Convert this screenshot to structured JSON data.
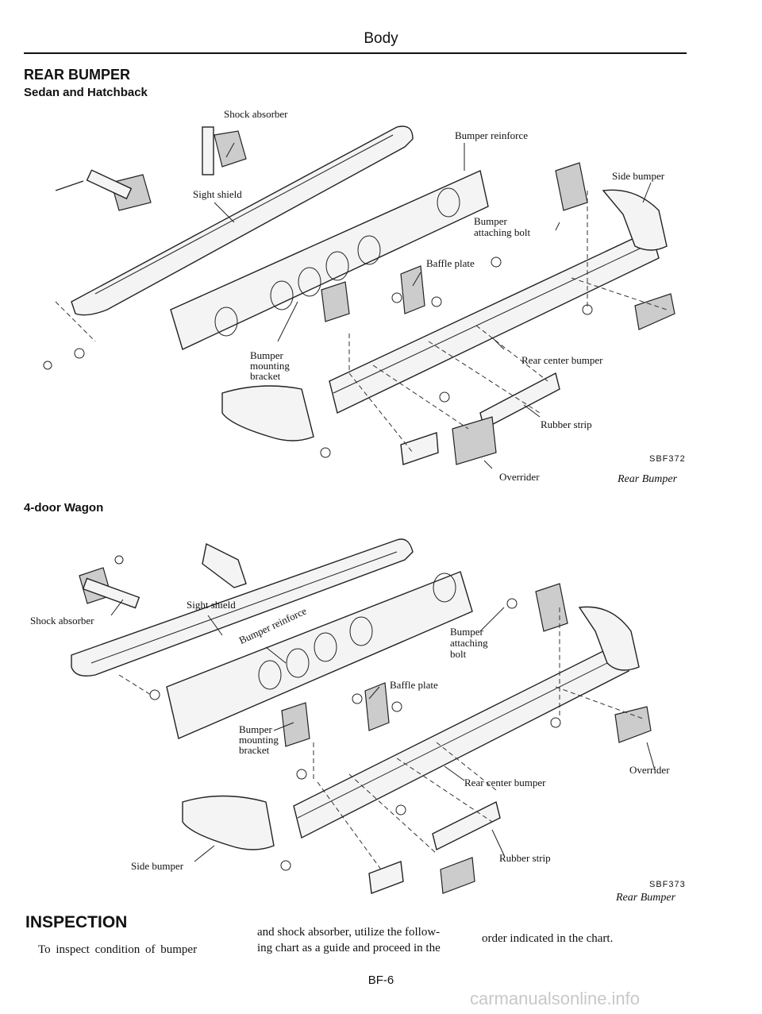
{
  "header": {
    "title": "Body"
  },
  "section": {
    "title": "REAR BUMPER",
    "sub_sedan": "Sedan and Hatchback",
    "sub_wagon": "4-door Wagon"
  },
  "figure1": {
    "labels": {
      "shock_absorber": "Shock absorber",
      "sight_shield": "Sight shield",
      "bumper_reinforce": "Bumper reinforce",
      "side_bumper": "Side bumper",
      "bumper_attaching_bolt_1": "Bumper",
      "bumper_attaching_bolt_2": "attaching bolt",
      "baffle_plate": "Baffle plate",
      "bumper_mounting_1": "Bumper",
      "bumper_mounting_2": "mounting",
      "bumper_mounting_3": "bracket",
      "rear_center_bumper": "Rear center bumper",
      "rubber_strip": "Rubber strip",
      "overrider": "Overrider"
    },
    "code": "SBF372",
    "caption": "Rear Bumper"
  },
  "figure2": {
    "labels": {
      "shock_absorber": "Shock absorber",
      "sight_shield": "Sight shield",
      "bumper_reinforce": "Bumper reinforce",
      "bumper_attaching_1": "Bumper",
      "bumper_attaching_2": "attaching",
      "bumper_attaching_3": "bolt",
      "baffle_plate": "Baffle plate",
      "bumper_mounting_1": "Bumper",
      "bumper_mounting_2": "mounting",
      "bumper_mounting_3": "bracket",
      "overrider": "Overrider",
      "rear_center_bumper": "Rear center bumper",
      "side_bumper": "Side bumper",
      "rubber_strip": "Rubber strip"
    },
    "code": "SBF373",
    "caption": "Rear Bumper"
  },
  "inspection": {
    "title": "INSPECTION",
    "col1": "To inspect condition of bumper",
    "col2_line1": "and shock absorber, utilize the follow-",
    "col2_line2": "ing chart as a guide and proceed in the",
    "col3": "order indicated in the chart."
  },
  "footer": {
    "page": "BF-6",
    "watermark": "carmanualsonline.info"
  }
}
